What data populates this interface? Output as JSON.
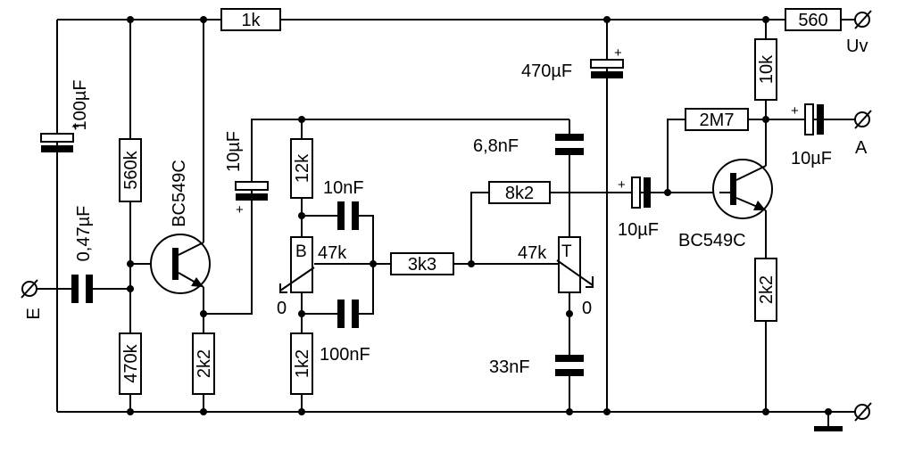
{
  "labels": {
    "r_1k": "1k",
    "r_560": "560",
    "r_560k": "560k",
    "r_470k": "470k",
    "r_2k2_left": "2k2",
    "r_12k": "12k",
    "r_1k2": "1k2",
    "r_3k3": "3k3",
    "r_8k2": "8k2",
    "r_10k": "10k",
    "r_2m7": "2M7",
    "r_2k2_right": "2k2",
    "c_100uF": "100µF",
    "c_047uF": "0,47µF",
    "c_10uF_tone": "10µF",
    "c_10nF": "10nF",
    "c_100nF": "100nF",
    "c_68nF": "6,8nF",
    "c_33nF": "33nF",
    "c_470uF": "470µF",
    "c_10uF_in2": "10µF",
    "c_10uF_out": "10µF",
    "t1": "BC549C",
    "t2": "BC549C",
    "pot_bass_letter": "B",
    "pot_bass_value": "47k",
    "pot_bass_zero": "0",
    "pot_treble_letter": "T",
    "pot_treble_value": "47k",
    "pot_treble_zero": "0",
    "term_in": "E",
    "term_supply": "Uv",
    "term_out": "A",
    "plus": "+"
  }
}
